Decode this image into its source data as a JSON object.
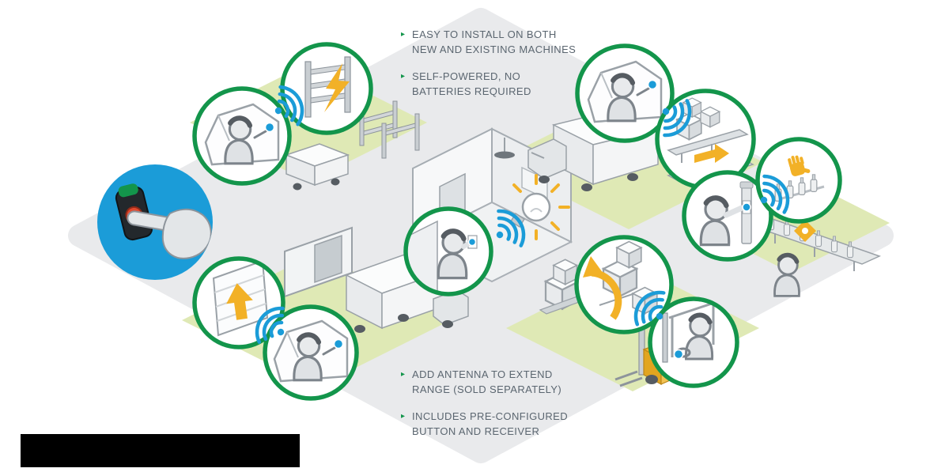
{
  "colors": {
    "green": "#13954b",
    "blue": "#1b9cd8",
    "yellow": "#f2b127",
    "patch_green": "#dfe9b5",
    "bg_gray": "#e9eaec",
    "text_gray": "#5b6670",
    "device_dark": "#23282c",
    "button_red": "#e2492f",
    "bar_black": "#000000"
  },
  "icons": {
    "bullet_marker": "▸",
    "signal": "wifi-signal",
    "gate_action": "lightning-bolt",
    "conveyor_action": "arrow-right",
    "bottling_action": "stop-hand",
    "lighting_action": "light-bulb",
    "dock_action": "arrow-up",
    "forklift_action": "rotate-arrow",
    "hero": "finger-pressing-wireless-button"
  },
  "bullets_top": [
    {
      "text": "EASY TO INSTALL ON BOTH\nNEW AND EXISTING MACHINES"
    },
    {
      "text": "SELF-POWERED, NO\nBATTERIES REQUIRED"
    }
  ],
  "bullets_bottom": [
    {
      "text": "ADD ANTENNA TO EXTEND\nRANGE (SOLD SEPARATELY)"
    },
    {
      "text": "INCLUDES PRE-CONFIGURED\nBUTTON AND RECEIVER"
    }
  ],
  "scenes": [
    {
      "name": "vehicle-gate-control",
      "action_icon": "lightning-bolt"
    },
    {
      "name": "truck-conveyor-control",
      "action_icon": "arrow-right"
    },
    {
      "name": "bottling-line-stop",
      "action_icon": "stop-hand"
    },
    {
      "name": "room-lighting-control",
      "action_icon": "light-bulb"
    },
    {
      "name": "dock-door-control",
      "action_icon": "arrow-up"
    },
    {
      "name": "forklift-pallet-control",
      "action_icon": "rotate-arrow"
    }
  ]
}
